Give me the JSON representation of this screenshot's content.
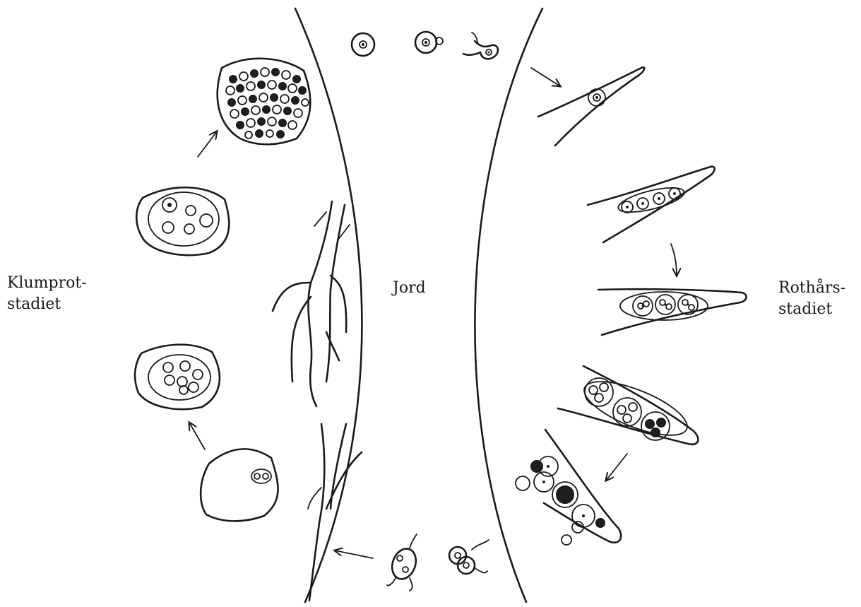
{
  "labels": {
    "left_line1": "Klumprot-",
    "left_line2": "stadiet",
    "center": "Jord",
    "right_line1": "Rothårs-",
    "right_line2": "stadiet"
  },
  "colors": {
    "ink": "#1a1a1a",
    "background": "#ffffff"
  }
}
